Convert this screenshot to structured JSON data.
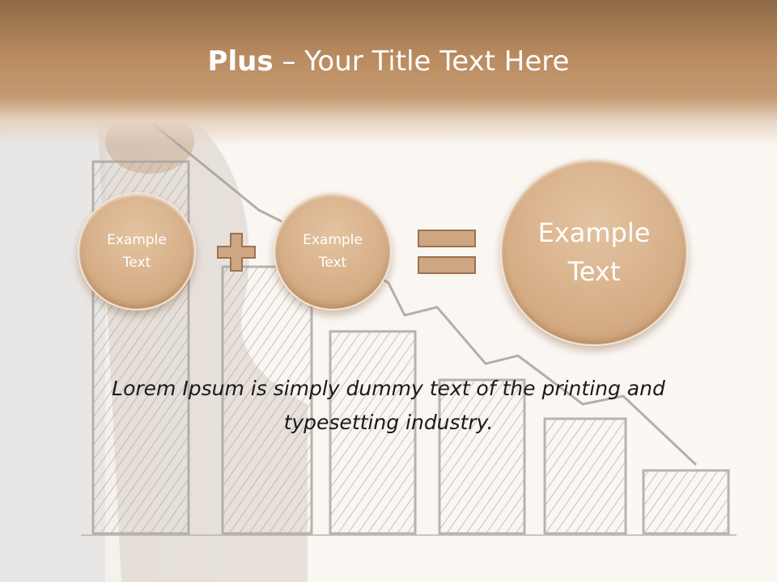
{
  "title": {
    "bold": "Plus",
    "rest": " – Your Title Text Here"
  },
  "shapes": {
    "circle1": "Example Text",
    "circle2": "Example Text",
    "circle3": "Example Text"
  },
  "operators": {
    "plus": "plus-sign",
    "equals": "equals-sign"
  },
  "body_text": "Lorem Ipsum is simply dummy text of the printing and typesetting industry.",
  "colors": {
    "title_band": "#b98b60",
    "circle_fill": "#d7b08a",
    "operator_fill": "#c9a07a",
    "sketch_gray": "#9a9590"
  }
}
